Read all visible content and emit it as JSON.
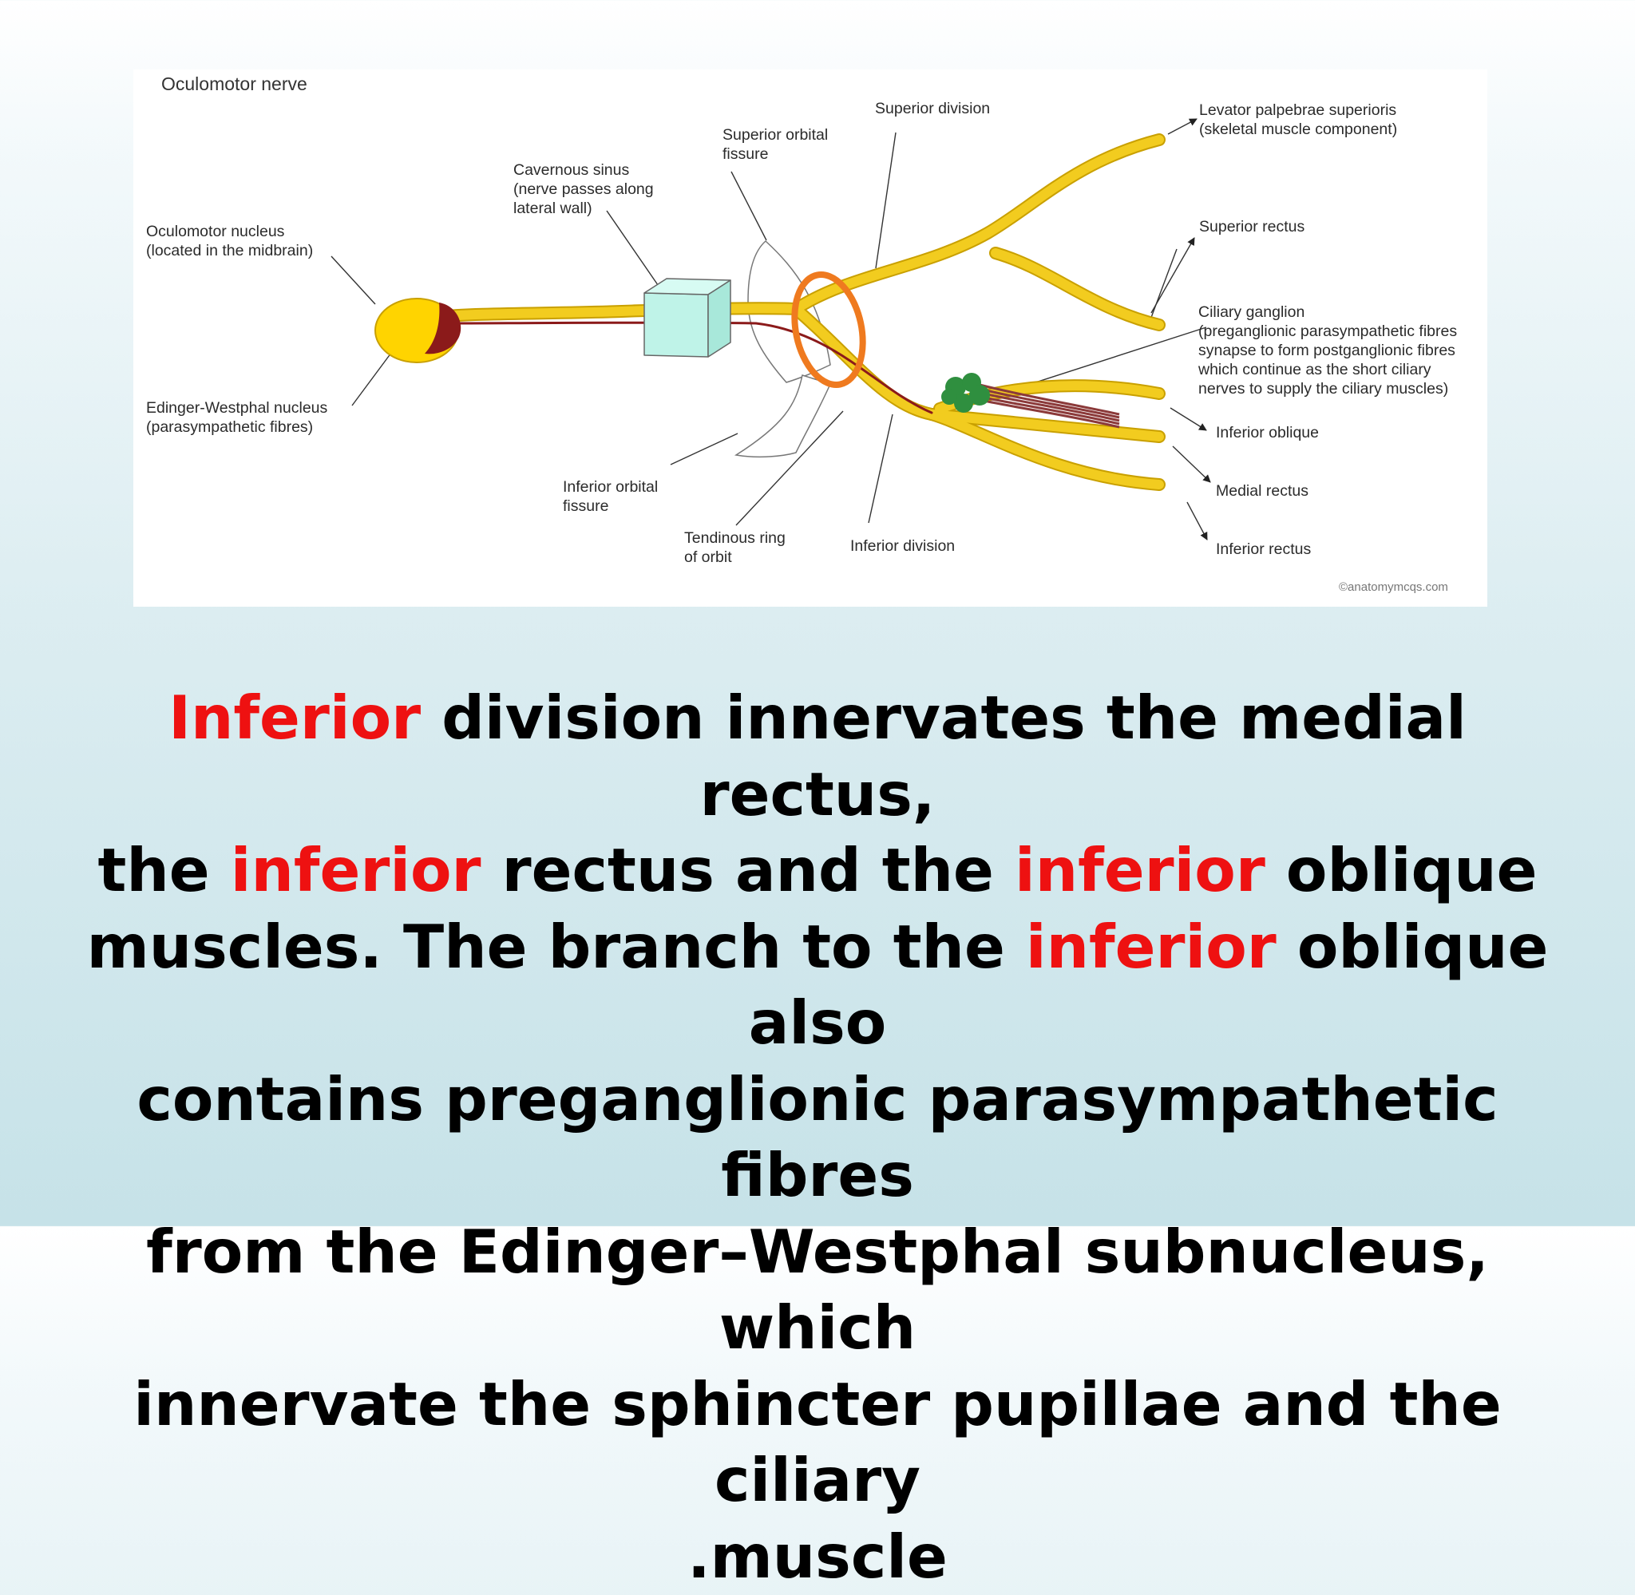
{
  "diagram": {
    "title": "Oculomotor nerve",
    "labels": {
      "oculomotor_nucleus": "Oculomotor nucleus\n(located in the midbrain)",
      "edinger_westphal": "Edinger-Westphal nucleus\n(parasympathetic fibres)",
      "cavernous_sinus": "Cavernous sinus\n(nerve passes along\nlateral wall)",
      "superior_orbital_fissure": "Superior orbital\nfissure",
      "superior_division": "Superior division",
      "inferior_orbital_fissure": "Inferior orbital\nfissure",
      "tendinous_ring": "Tendinous ring\nof orbit",
      "inferior_division": "Inferior division",
      "levator": "Levator palpebrae superioris\n(skeletal muscle component)",
      "superior_rectus": "Superior rectus",
      "ciliary_ganglion": "Ciliary ganglion\n(preganglionic parasympathetic fibres\nsynapse to form postganglionic fibres\nwhich continue as the short ciliary\nnerves to supply the ciliary muscles)",
      "inferior_oblique": "Inferior oblique",
      "medial_rectus": "Medial rectus",
      "inferior_rectus": "Inferior rectus"
    },
    "copyright": "©anatomymcqs.com",
    "colors": {
      "nerve": "#f2cc1f",
      "nerve_outline": "#c9a000",
      "parasympathetic": "#8b1a1a",
      "nucleus": "#ffd400",
      "sinus": "#bff3e8",
      "ring": "#ef7a1f",
      "ganglion": "#2f8f3f",
      "short_ciliary": "#8b3a3a"
    }
  },
  "caption": {
    "line1": {
      "hl": "Inferior",
      "rest": " division innervates the medial rectus,"
    },
    "line2": {
      "a": "the ",
      "hl1": "inferior",
      "b": " rectus and the ",
      "hl2": "inferior",
      "c": " oblique"
    },
    "line3": {
      "a": "muscles. The branch to the ",
      "hl": "inferior",
      "b": " oblique also"
    },
    "line4": "contains preganglionic parasympathetic fibres",
    "line5": "from the Edinger–Westphal subnucleus, which",
    "line6": "innervate the sphincter pupillae and the ciliary",
    "line7": ".muscle",
    "highlight_color": "#ee1111"
  }
}
